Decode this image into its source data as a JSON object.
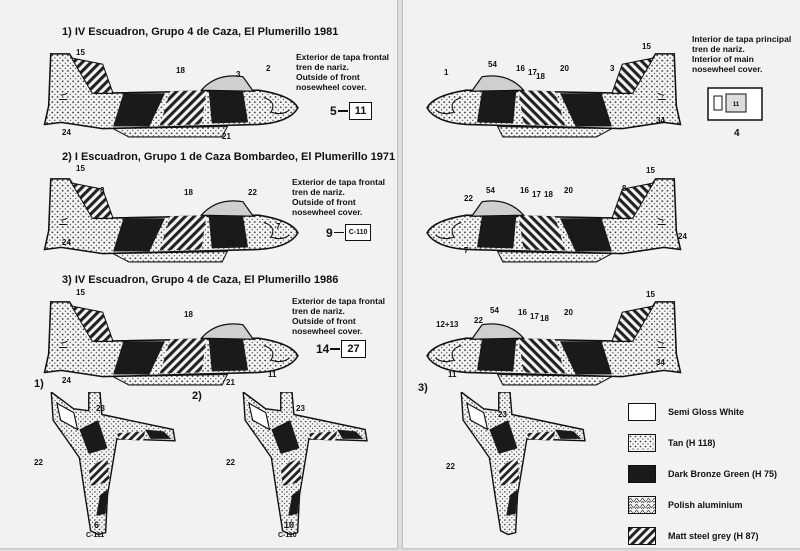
{
  "schemes": [
    {
      "title": "1) IV Escuadron, Grupo 4 de Caza, El Plumerillo 1981"
    },
    {
      "title": "2) I Escuadron, Grupo 1 de Caza Bombardeo, El Plumerillo 1971"
    },
    {
      "title": "3) IV Escuadron, Grupo 4 de Caza, El Plumerillo 1986"
    }
  ],
  "notes": {
    "front_cover": [
      "Exterior de tapa frontal",
      "tren de nariz.",
      "Outside of front",
      "nosewheel cover."
    ],
    "main_cover": [
      "Interior de tapa principal",
      "tren de nariz.",
      "Interior of main",
      "nosewheel cover."
    ]
  },
  "refs": [
    {
      "left": "5",
      "right": "11"
    },
    {
      "left": "9",
      "right": "C-110"
    },
    {
      "left": "14",
      "right": "27"
    }
  ],
  "main_cover_ref": "4",
  "main_cover_serial": "11",
  "top_views": [
    "1)",
    "2)",
    "3)"
  ],
  "top_serials": [
    "C-111",
    "C-110"
  ],
  "top_numbers": [
    "6",
    "10"
  ],
  "callouts": {
    "n15": "15",
    "n18": "18",
    "n2": "2",
    "n3": "3",
    "n24": "24",
    "n21": "21",
    "n1": "1",
    "n54": "54",
    "n16": "16",
    "n17": "17",
    "n20": "20",
    "n34": "34",
    "n8": "8",
    "n22": "22",
    "n7": "7",
    "n11": "11",
    "n1213": "12+13",
    "n23": "23"
  },
  "legend": [
    {
      "label": "Semi Gloss White",
      "pattern": "white"
    },
    {
      "label": "Tan (H 118)",
      "pattern": "dots"
    },
    {
      "label": "Dark Bronze Green (H 75)",
      "pattern": "solid"
    },
    {
      "label": "Polish aluminium",
      "pattern": "weave"
    },
    {
      "label": "Matt steel grey (H 87)",
      "pattern": "stripes"
    }
  ],
  "colors": {
    "paper": "#f2f2f0",
    "ink": "#111111",
    "green": "#1a1a1a"
  }
}
